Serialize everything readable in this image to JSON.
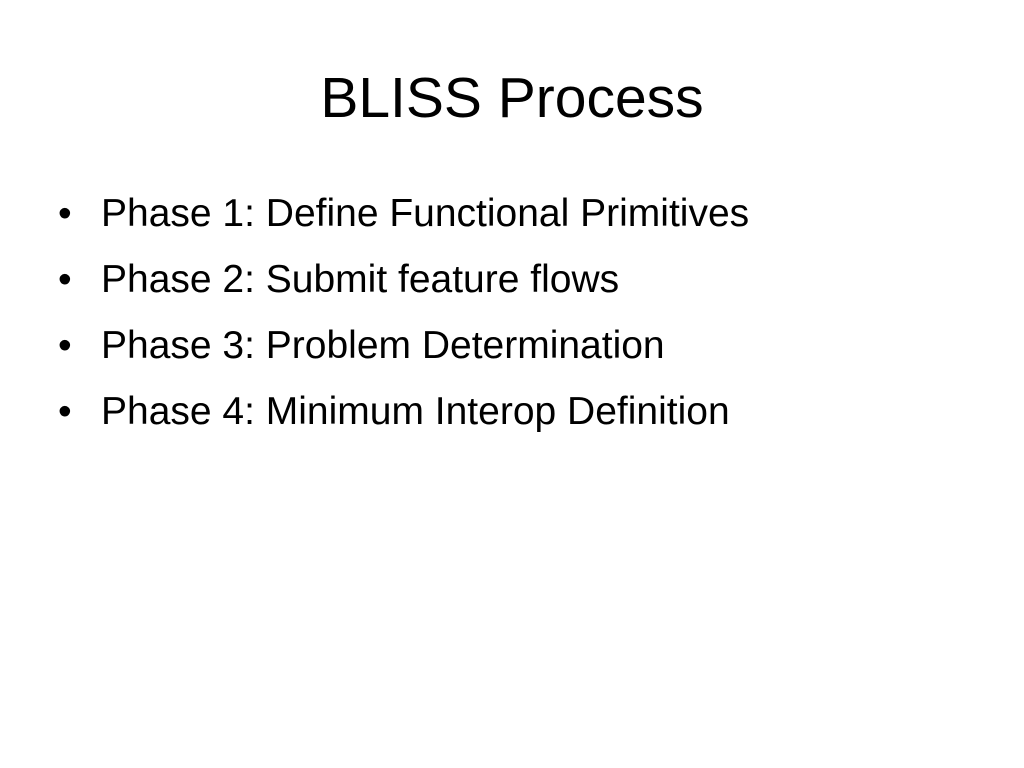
{
  "slide": {
    "title": "BLISS Process",
    "bullet_char": "•",
    "bullets": [
      {
        "text": "Phase 1: Define Functional Primitives"
      },
      {
        "text": "Phase 2: Submit feature flows"
      },
      {
        "text": "Phase 3: Problem Determination"
      },
      {
        "text": "Phase 4: Minimum Interop Definition"
      }
    ]
  }
}
